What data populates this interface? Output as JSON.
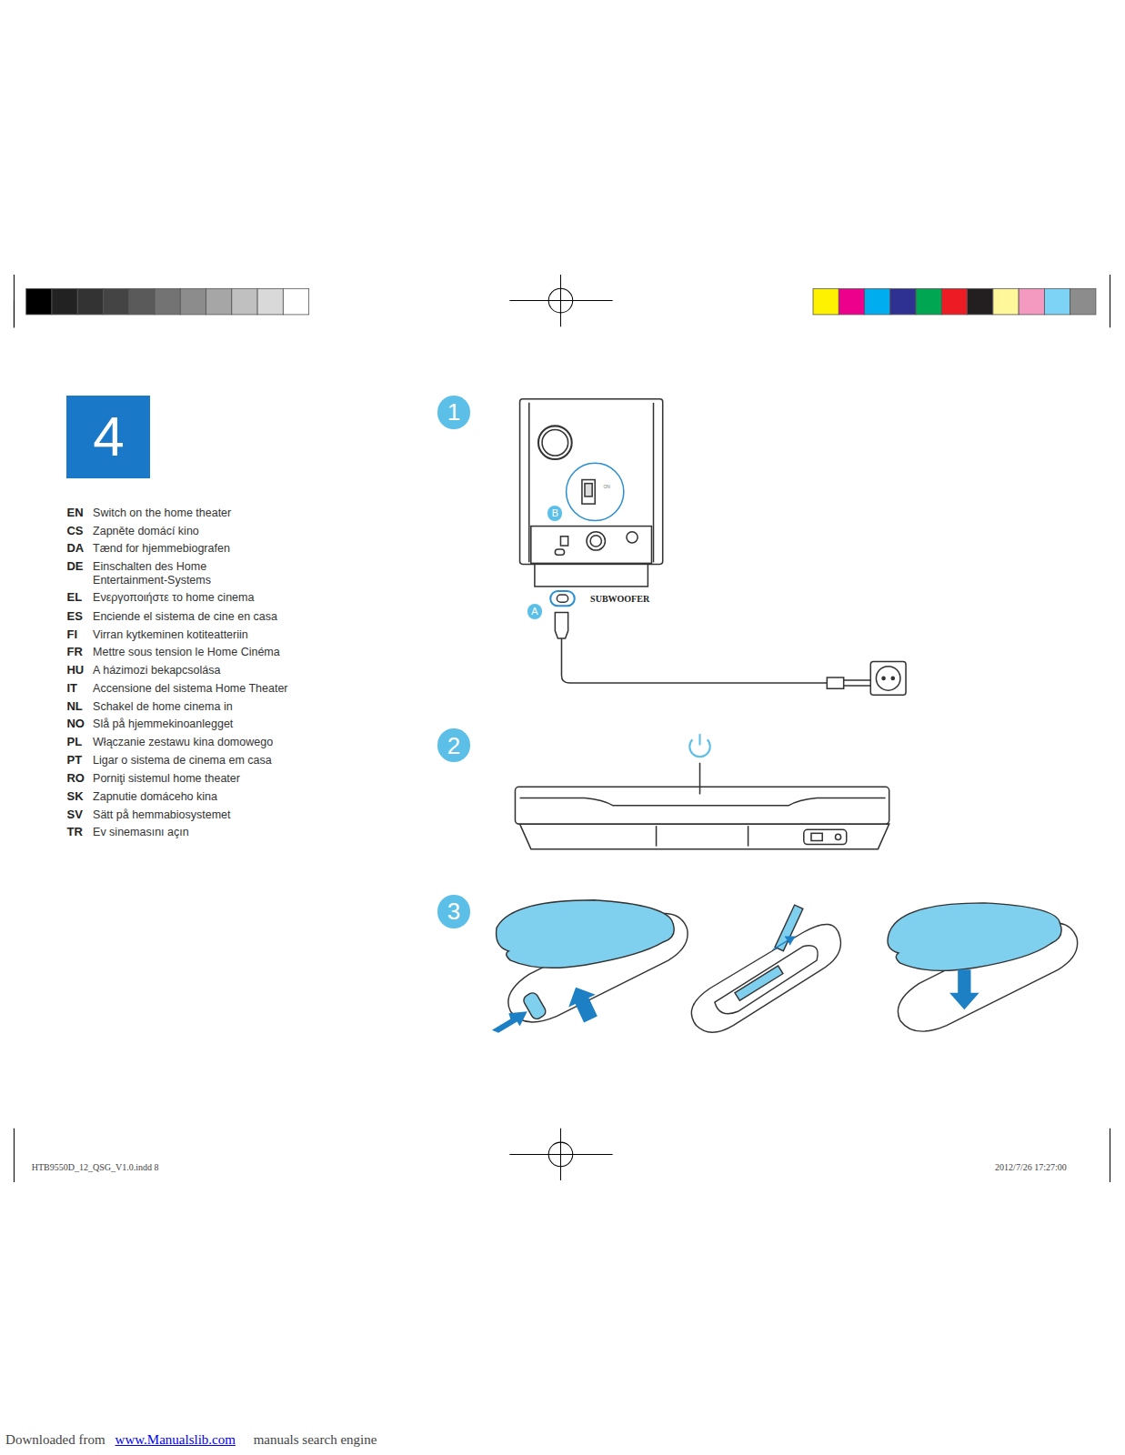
{
  "diagram": {
    "nodes": [
      {
        "text": [
          "4"
        ]
      },
      {
        "text": [
          "1"
        ]
      },
      {
        "text": [
          "B"
        ]
      },
      {
        "text": [
          "A"
        ]
      },
      {
        "text": [
          "2"
        ]
      },
      {
        "text": [
          "3"
        ]
      }
    ],
    "labels": [
      "EN",
      "Switch on the home theater",
      "CS",
      "Zapněte domácí kino",
      "DA",
      "Tænd for hjemmebiografen",
      "DE",
      "Einschalten des Home Entertainment-Systems",
      "EL",
      "Ενεργοποιήστε το home cinema",
      "ES",
      "Enciende el sistema de cine en casa",
      "FI",
      "Virran kytkeminen kotiteatteriin",
      "FR",
      "Mettre sous tension le Home Cinéma",
      "HU",
      "A házimozi bekapcsolása",
      "IT",
      "Accensione del sistema Home Theater",
      "NL",
      "Schakel de home cinema in",
      "NO",
      "Slå på hjemmekinoanlegget",
      "PL",
      "Włączanie zestawu kina domowego",
      "PT",
      "Ligar o sistema de cinema em casa",
      "RO",
      "Porniţi sistemul home theater",
      "SK",
      "Zapnutie domáceho kina",
      "SV",
      "Sätt på hemmabiosystemet",
      "TR",
      "Ev sinemasını açın",
      "ON",
      "SUBWOOFER",
      "HTB9550D_12_QSG_V1.0.indd  8",
      "2012/7/26   17:27:00",
      "Downloaded from",
      "www.Manualslib.com",
      "manuals search engine"
    ]
  }
}
